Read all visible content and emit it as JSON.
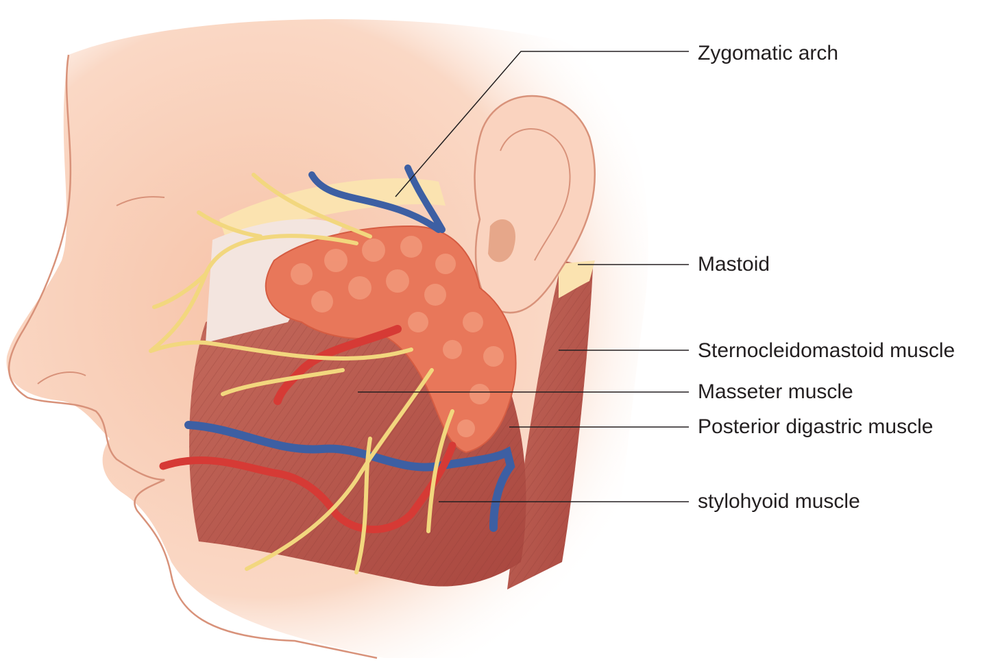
{
  "labels": {
    "zygomatic_arch": "Zygomatic arch",
    "mastoid": "Mastoid",
    "sternocleidomastoid": "Sternocleidomastoid muscle",
    "masseter": "Masseter muscle",
    "posterior_digastric": "Posterior digastric muscle",
    "stylohyoid": "stylohyoid muscle"
  },
  "colors": {
    "skin": "#f9d2bc",
    "skin_outline": "#d8927a",
    "muscle": "#b8584d",
    "gland": "#e8775a",
    "nerve": "#f2d77e",
    "artery": "#d63a35",
    "vein": "#3d5fa3",
    "bone": "#fbe3b0",
    "leader": "#231f20"
  }
}
